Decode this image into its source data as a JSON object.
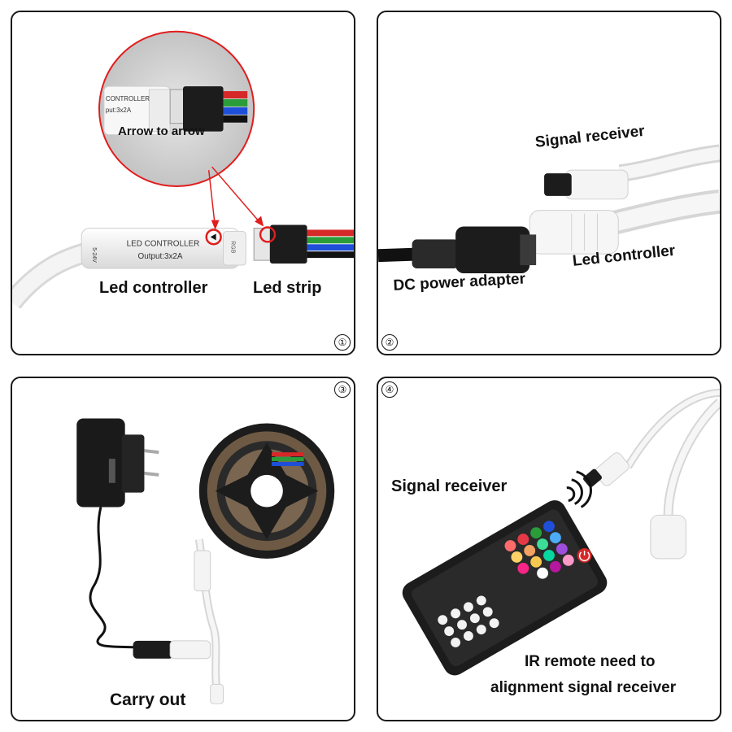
{
  "panels": [
    {
      "number": "①",
      "labels": {
        "zoom_caption": "Arrow to arrow",
        "controller_label": "Led controller",
        "strip_label": "Led strip"
      },
      "controller_text": {
        "title": "LED CONTROLLER",
        "output": "Output:3x2A",
        "zoom_title": "CONTROLLER",
        "zoom_output": "put:3x2A",
        "voltage": "5-24V",
        "side": "RGB"
      }
    },
    {
      "number": "②",
      "labels": {
        "signal_receiver": "Signal receiver",
        "led_controller": "Led controller",
        "dc_adapter": "DC power adapter"
      }
    },
    {
      "number": "③",
      "labels": {
        "carry_out": "Carry out"
      }
    },
    {
      "number": "④",
      "labels": {
        "signal_receiver": "Signal receiver",
        "remote_line1": "IR remote need to",
        "remote_line2": "alignment signal receiver"
      }
    }
  ],
  "colors": {
    "border": "#1a1a1a",
    "arrow_red": "#e11d1d",
    "cable_white": "#f2f2f2",
    "plug_black": "#1c1c1c",
    "wire_colors": [
      "#d62828",
      "#2a9d3a",
      "#1e4fd8",
      "#111111"
    ]
  },
  "icons": [
    "circled-number-1-icon",
    "circled-number-2-icon",
    "circled-number-3-icon",
    "circled-number-4-icon",
    "signal-waves-icon",
    "power-button-icon"
  ]
}
